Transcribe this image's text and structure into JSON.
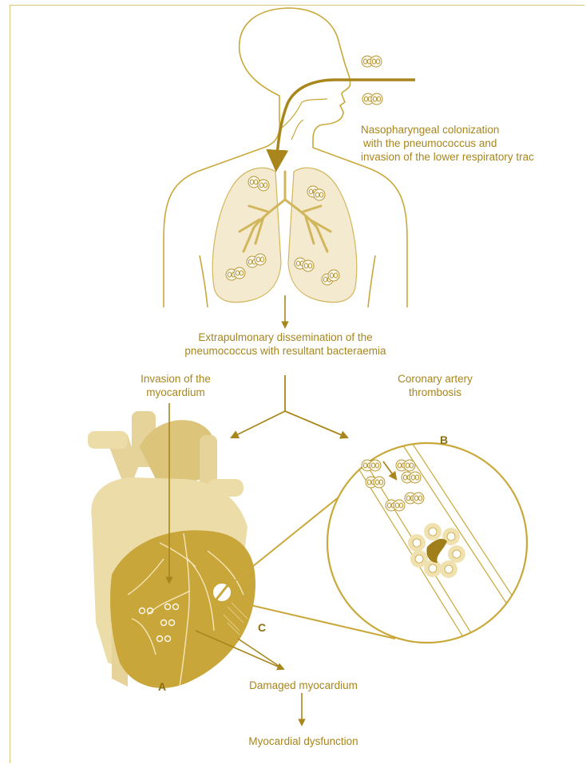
{
  "labels": {
    "nasopharyngeal": [
      "Nasopharyngeal colonization",
      "with the pneumococcus and",
      "invasion of the lower respiratory trac"
    ],
    "dissemination": [
      "Extrapulmonary dissemination of the",
      "pneumococcus with resultant bacteraemia"
    ],
    "invasion": [
      "Invasion of the",
      "myocardium"
    ],
    "thrombosis": [
      "Coronary artery",
      "thrombosis"
    ],
    "damaged": "Damaged myocardium",
    "dysfunction": "Myocardial dysfunction",
    "letter_a": "A",
    "letter_b": "B",
    "letter_c": "C"
  },
  "colors": {
    "line": "#c9a83a",
    "arrow": "#a8861c",
    "fill_light": "#f3ead0",
    "fill_heart": "#e2cc86",
    "fill_heart_dark": "#c9a63a",
    "text": "#a8861c"
  }
}
